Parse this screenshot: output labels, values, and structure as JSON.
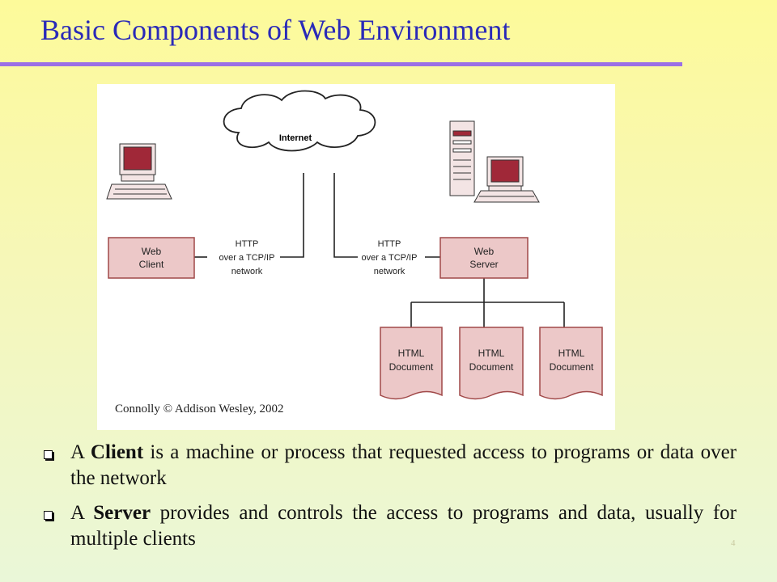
{
  "slide": {
    "title": "Basic Components of Web Environment",
    "page_number": "4"
  },
  "figure": {
    "cloud_label": "Internet",
    "client_box": [
      "Web",
      "Client"
    ],
    "server_box": [
      "Web",
      "Server"
    ],
    "left_link": [
      "HTTP",
      "over a TCP/IP",
      "network"
    ],
    "right_link": [
      "HTTP",
      "over a TCP/IP",
      "network"
    ],
    "documents": [
      [
        "HTML",
        "Document"
      ],
      [
        "HTML",
        "Document"
      ],
      [
        "HTML",
        "Document"
      ]
    ],
    "caption": "Connolly © Addison Wesley, 2002",
    "colors": {
      "box_fill": "#ecc8c8",
      "box_stroke": "#a04848",
      "screen": "#a02838"
    }
  },
  "bullets": [
    {
      "pre": "A ",
      "bold": "Client",
      "post": " is a machine or process that requested access to programs or data over the network"
    },
    {
      "pre": "A ",
      "bold": "Server",
      "post": " provides and controls the access to programs and data, usually for multiple clients"
    }
  ]
}
